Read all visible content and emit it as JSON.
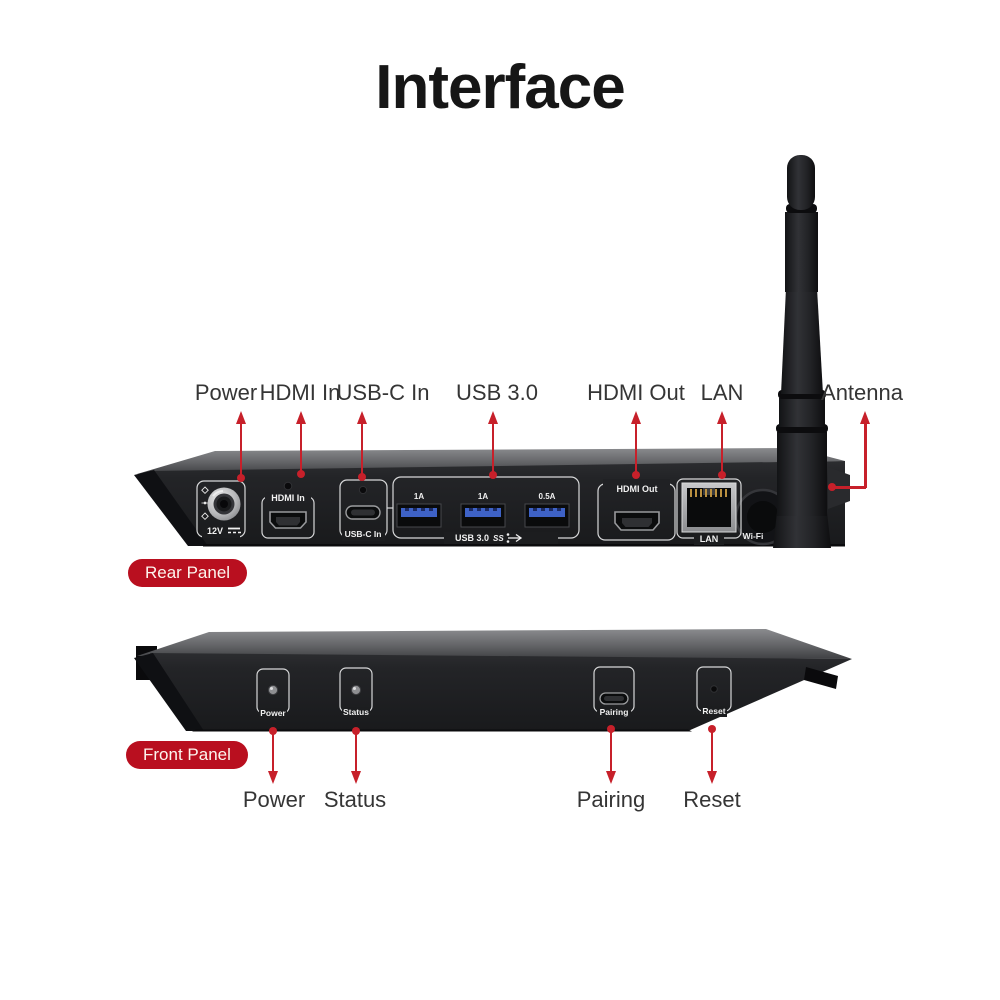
{
  "title": "Interface",
  "colors": {
    "arrow_red": "#c7202a",
    "badge_red": "#b90f1f",
    "device_body": "#212225",
    "device_top": "#7d7e81",
    "usb_blue": "#3e62c6",
    "port_outline": "#d7d8d9"
  },
  "rear": {
    "badge_label": "Rear Panel",
    "callouts": [
      {
        "label": "Power"
      },
      {
        "label": "HDMI In"
      },
      {
        "label": "USB-C In"
      },
      {
        "label": "USB 3.0"
      },
      {
        "label": "HDMI Out"
      },
      {
        "label": "LAN"
      },
      {
        "label": "Antenna"
      }
    ],
    "ports": {
      "power_voltage": "12V",
      "hdmi_in": "HDMI In",
      "usbc_in": "USB-C In",
      "usb_current_1": "1A",
      "usb_current_2": "1A",
      "usb_current_3": "0.5A",
      "usb30": "USB 3.0",
      "usb30_ss": "SS",
      "hdmi_out": "HDMI Out",
      "lan": "LAN",
      "wifi": "Wi-Fi"
    }
  },
  "front": {
    "badge_label": "Front Panel",
    "callouts": [
      {
        "label": "Power"
      },
      {
        "label": "Status"
      },
      {
        "label": "Pairing"
      },
      {
        "label": "Reset"
      }
    ],
    "ports": {
      "power": "Power",
      "status": "Status",
      "pairing": "Pairing",
      "reset": "Reset"
    }
  }
}
